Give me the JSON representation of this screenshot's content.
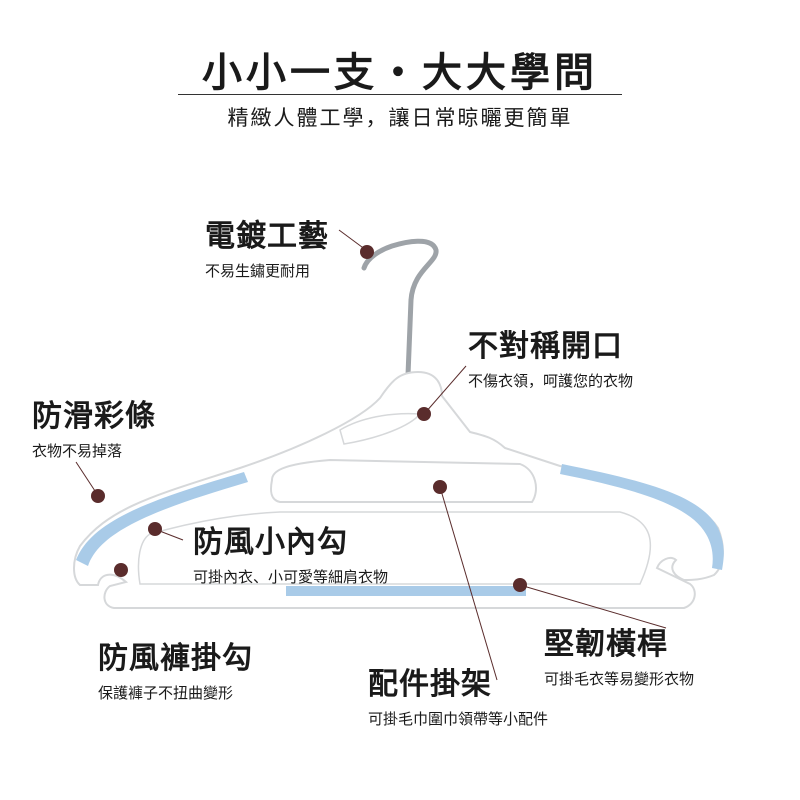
{
  "header": {
    "title": "小小一支・大大學問",
    "subtitle": "精緻人體工學，讓日常晾曬更簡單"
  },
  "features": [
    {
      "id": "plating",
      "title": "電鍍工藝",
      "desc": "不易生鏽更耐用"
    },
    {
      "id": "asymmetric",
      "title": "不對稱開口",
      "desc": "不傷衣領，呵護您的衣物"
    },
    {
      "id": "antislip",
      "title": "防滑彩條",
      "desc": "衣物不易掉落"
    },
    {
      "id": "innerhook",
      "title": "防風小內勾",
      "desc": "可掛內衣、小可愛等細肩衣物"
    },
    {
      "id": "pantshook",
      "title": "防風褲掛勾",
      "desc": "保護褲子不扭曲變形"
    },
    {
      "id": "accessory",
      "title": "配件掛架",
      "desc": "可掛毛巾圍巾領帶等小配件"
    },
    {
      "id": "crossbar",
      "title": "堅韌橫桿",
      "desc": "可掛毛衣等易變形衣物"
    }
  ],
  "colors": {
    "hanger": "#ffffff",
    "hanger_outline": "#d6d8da",
    "grip_stripe": "#a9cbe8",
    "marker_dot": "#5a2c2c",
    "hook_metal": "#9ea3a8"
  }
}
